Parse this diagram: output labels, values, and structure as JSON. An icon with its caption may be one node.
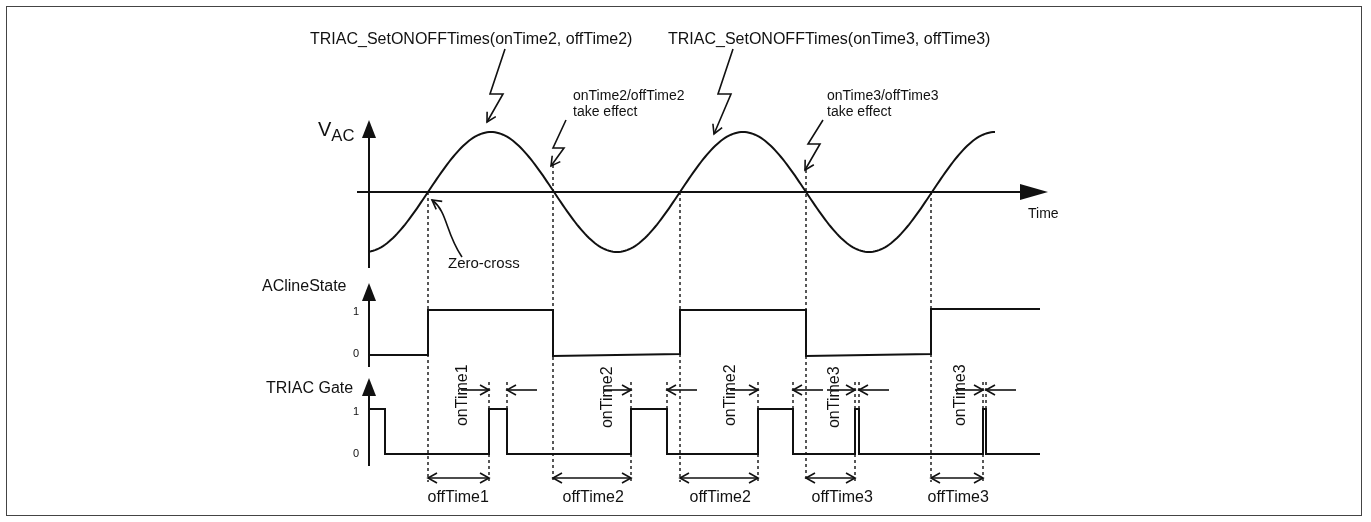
{
  "diagram": {
    "nodes": [
      {
        "text": [
          "TRIAC_SetONOFFTimes(onTime2, offTime2)"
        ]
      },
      {
        "text": [
          "onTime2/offTime2 take effect"
        ]
      },
      {
        "text": [
          "TRIAC_SetONOFFTimes(onTime3, offTime3)"
        ]
      },
      {
        "text": [
          "onTime3/offTime3 take effect"
        ]
      },
      {
        "text": [
          "Zero-cross"
        ]
      },
      {
        "text": [],
        "shape": "curve"
      }
    ],
    "edges": [
      {
        "from": 0,
        "to": 5,
        "arrow": "to"
      },
      {
        "from": 1,
        "to": 5,
        "arrow": "to"
      },
      {
        "from": 2,
        "to": 5,
        "arrow": "to"
      },
      {
        "from": 3,
        "to": 5,
        "arrow": "to"
      },
      {
        "from": 4,
        "to": 5,
        "arrow": "to"
      }
    ],
    "labels": [
      "V$_{AC}$",
      "Time",
      "AClineState",
      "1",
      "0",
      "TRIAC Gate",
      "1",
      "0",
      "onTime1",
      "onTime2",
      "onTime2",
      "onTime3",
      "onTime3",
      "offTime1",
      "offTime2",
      "offTime2",
      "offTime3",
      "offTime3"
    ]
  }
}
